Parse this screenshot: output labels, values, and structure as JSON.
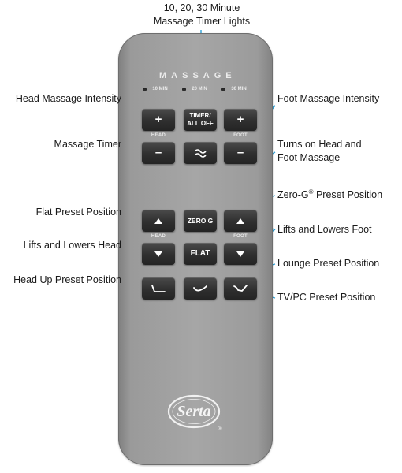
{
  "callouts": {
    "timer_lights": "10, 20, 30 Minute\nMassage Timer Lights",
    "head_massage_intensity": "Head Massage Intensity",
    "foot_massage_intensity": "Foot Massage Intensity",
    "massage_timer": "Massage Timer",
    "turns_on_massage": "Turns on Head and\nFoot Massage",
    "zero_g_preset": "Zero-G",
    "zero_g_mark": "®",
    "zero_g_preset_suffix": " Preset Position",
    "flat_preset": "Flat Preset Position",
    "lifts_lowers_head": "Lifts and Lowers Head",
    "lifts_lowers_foot": "Lifts and Lowers Foot",
    "lounge_preset": "Lounge Preset Position",
    "head_up_preset": "Head Up Preset Position",
    "tv_pc_preset": "TV/PC Preset Position"
  },
  "remote": {
    "massage_title": "MASSAGE",
    "timer_labels": [
      "10 MIN",
      "20 MIN",
      "30 MIN"
    ],
    "head_label": "HEAD",
    "foot_label": "FOOT",
    "head_label_2": "HEAD",
    "foot_label_2": "FOOT",
    "head_plus": "+",
    "head_minus": "–",
    "foot_plus": "+",
    "foot_minus": "–",
    "timer_button": "TIMER/\nALL OFF",
    "zero_g_button": "ZERO G",
    "flat_button": "FLAT",
    "logo_text": "Serta",
    "logo_mark": "®"
  },
  "colors": {
    "callout_line": "#2a9fd6",
    "button_dark": "#2f2f2f",
    "remote_body": "#a0a0a0"
  }
}
